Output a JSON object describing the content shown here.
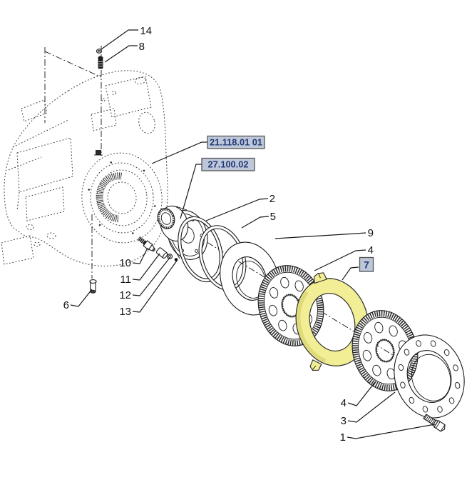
{
  "labels": {
    "n14": "14",
    "n8": "8",
    "n2": "2",
    "n5": "5",
    "n9": "9",
    "n4_upper": "4",
    "n7": "7",
    "n10": "10",
    "n11": "11",
    "n12": "12",
    "n13": "13",
    "n6": "6",
    "n4_lower": "4",
    "n3": "3",
    "n1": "1"
  },
  "ref_boxes": {
    "ref1": "21.118.01 01",
    "ref2": "27.100.02"
  },
  "colors": {
    "highlight_part": "#f1ee96",
    "highlight_shade": "#e0db7a",
    "ref_box_bg": "#bdc7d9",
    "ref_box_text": "#233a75",
    "line_color": "#1a1a1a",
    "background": "#ffffff"
  }
}
